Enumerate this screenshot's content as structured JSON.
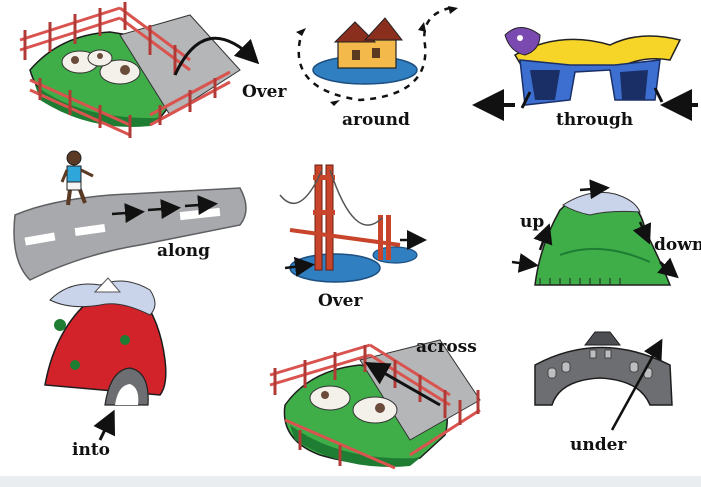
{
  "labels": {
    "over_top": "Over",
    "around": "around",
    "through": "through",
    "along": "along",
    "over_bridge": "Over",
    "up": "up",
    "down": "down",
    "across": "across",
    "into": "into",
    "under": "under"
  },
  "colors": {
    "grass": "#3fae49",
    "grass_dark": "#1e7d33",
    "fence": "#d9534f",
    "road": "#a7a9ac",
    "sky_blue": "#2f7fc1",
    "bridge_red": "#c8452c",
    "mountain_red": "#d2232a",
    "snow": "#c9d3ea",
    "stone": "#6d6e71"
  },
  "icons": [
    "cow-pasture-icon",
    "castle-island-icon",
    "dragon-tunnel-icon",
    "boy-walking-icon",
    "road-icon",
    "suspension-bridge-icon",
    "green-hill-icon",
    "volcano-cave-icon",
    "stone-bridge-icon"
  ]
}
